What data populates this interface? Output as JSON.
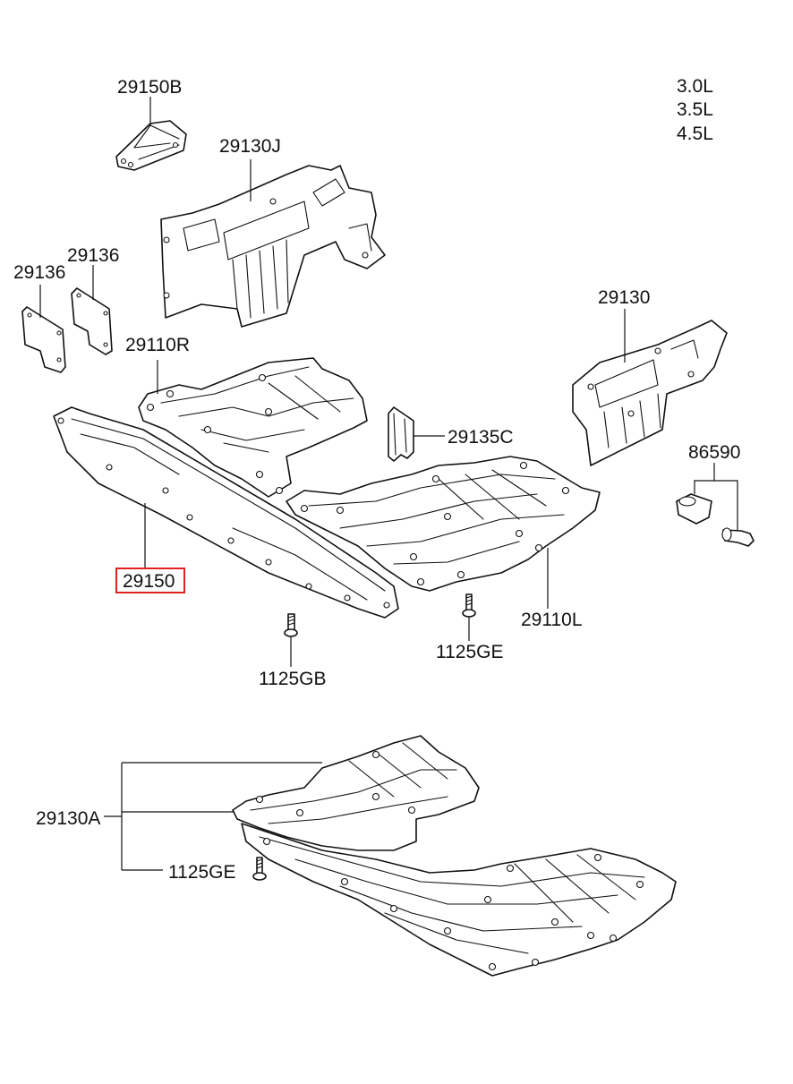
{
  "engine_variants": [
    "3.0L",
    "3.5L",
    "4.5L"
  ],
  "labels": {
    "bracket_top": "29150B",
    "cover_upper": "29130J",
    "pad_left": "29136",
    "pad_right": "29136",
    "cover_right_front": "29110R",
    "cover_right_side": "29130",
    "clip": "29135C",
    "fastener": "86590",
    "front_bar": "29150",
    "bolt_left": "1125GB",
    "bolt_mid": "1125GE",
    "cover_left_front": "29110L",
    "assembly": "29130A",
    "assembly_bolt": "1125GE"
  },
  "highlighted_part": "29150",
  "colors": {
    "line": "#111111",
    "highlight": "#e0211d",
    "background": "#ffffff"
  }
}
